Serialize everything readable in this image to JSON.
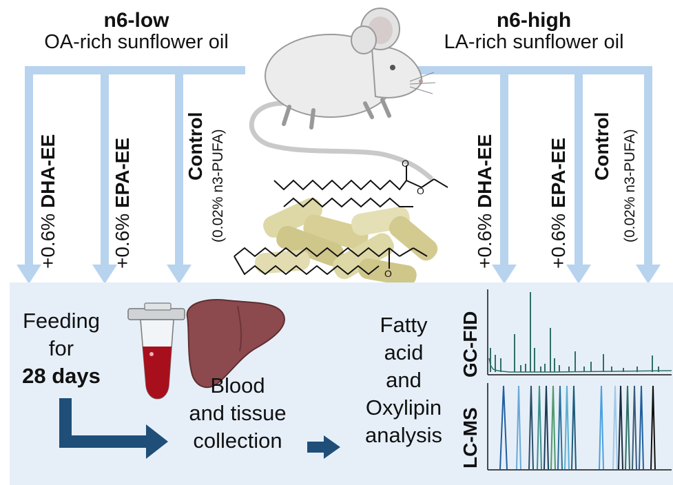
{
  "left_group": {
    "title": "n6-low",
    "subtitle": "OA-rich sunflower oil",
    "diets": [
      {
        "prefix": "+0.6% ",
        "bold": "DHA-EE",
        "note": ""
      },
      {
        "prefix": "+0.6% ",
        "bold": "EPA-EE",
        "note": ""
      },
      {
        "prefix": "",
        "bold": "Control",
        "note": "(0.02% n3-PUFA)"
      }
    ]
  },
  "right_group": {
    "title": "n6-high",
    "subtitle": "LA-rich sunflower oil",
    "diets": [
      {
        "prefix": "+0.6% ",
        "bold": "DHA-EE",
        "note": ""
      },
      {
        "prefix": "+0.6% ",
        "bold": "EPA-EE",
        "note": ""
      },
      {
        "prefix": "",
        "bold": "Control",
        "note": "(0.02% n3-PUFA)"
      }
    ]
  },
  "workflow": {
    "feeding_line1": "Feeding",
    "feeding_line2": "for",
    "feeding_line3": "28 days",
    "collection_line1": "Blood",
    "collection_line2": "and tissue",
    "collection_line3": "collection",
    "analysis_line1": "Fatty",
    "analysis_line2": "acid",
    "analysis_line3": "and",
    "analysis_line4": "Oxylipin",
    "analysis_line5": "analysis"
  },
  "charts": {
    "gc_label": "GC-FID",
    "lcms_label": "LC-MS"
  },
  "colors": {
    "arrow_light": "#b7d3ee",
    "arrow_dark": "#1f4e79",
    "panel_bg": "#e6eff8",
    "gc_line": "#2e6e64"
  }
}
